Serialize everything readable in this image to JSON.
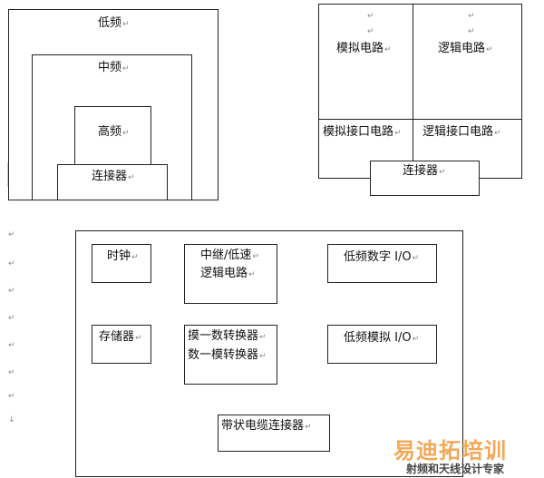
{
  "colors": {
    "line": "#222222",
    "selection": "#b9cce4",
    "watermark": "#f29a3a"
  },
  "diagram1": {
    "low_freq": "低频",
    "mid_freq": "中频",
    "high_freq": "高频",
    "connector": "连接器"
  },
  "diagram2": {
    "analog_circuit": "模拟电路",
    "logic_circuit": "逻辑电路",
    "analog_interface": "模拟接口电路",
    "logic_interface": "逻辑接口电路",
    "connector": "连接器"
  },
  "diagram3": {
    "clock": "时钟",
    "relay_line1": "中继/低速",
    "relay_line2": "逻辑电路",
    "low_freq_digital_io": "低频数字 I/O",
    "memory": "存储器",
    "converter_line1": "摸一数转换器",
    "converter_line2": "数一模转换器",
    "low_freq_analog_io": "低频模拟 I/O",
    "ribbon_connector": "带状电缆连接器"
  },
  "marks": {
    "para": "↵",
    "arrow": "↓"
  },
  "watermark": {
    "main": "易迪拓培训",
    "sub": "射频和天线设计专家"
  }
}
